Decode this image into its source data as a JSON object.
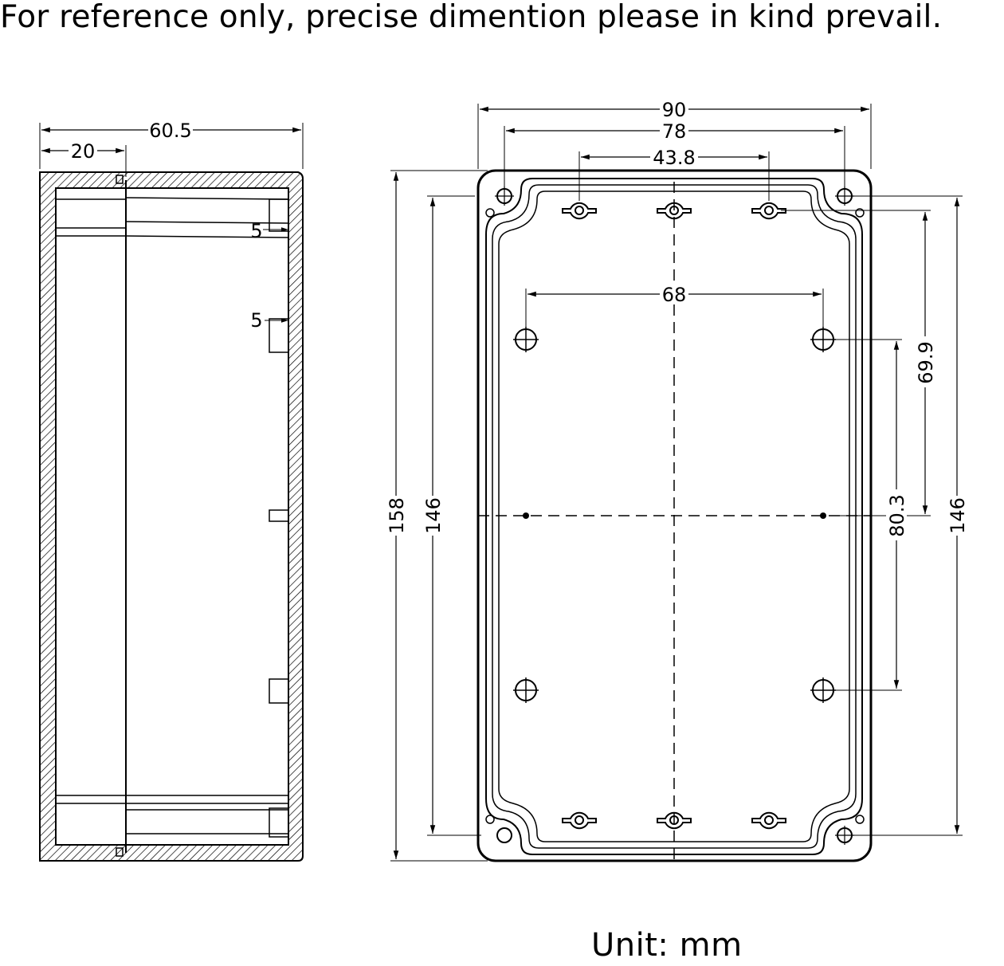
{
  "header": {
    "note": "For reference only, precise dimention please in kind prevail."
  },
  "footer": {
    "unit": "Unit: mm"
  },
  "side_view": {
    "dims": {
      "overall_depth": "60.5",
      "lid_depth": "20",
      "rib_upper": "5",
      "rib_lower": "5"
    }
  },
  "front_view": {
    "dims": {
      "width": "90",
      "hole_spacing_outer": "78",
      "screw_spacing": "43.8",
      "mount_spacing": "68",
      "height": "158",
      "hole_height_left": "146",
      "upper_mount_offset": "69.9",
      "mount_vertical_spacing": "80.3",
      "hole_height_right": "146"
    }
  },
  "colors": {
    "line": "#000000",
    "background": "#ffffff"
  }
}
